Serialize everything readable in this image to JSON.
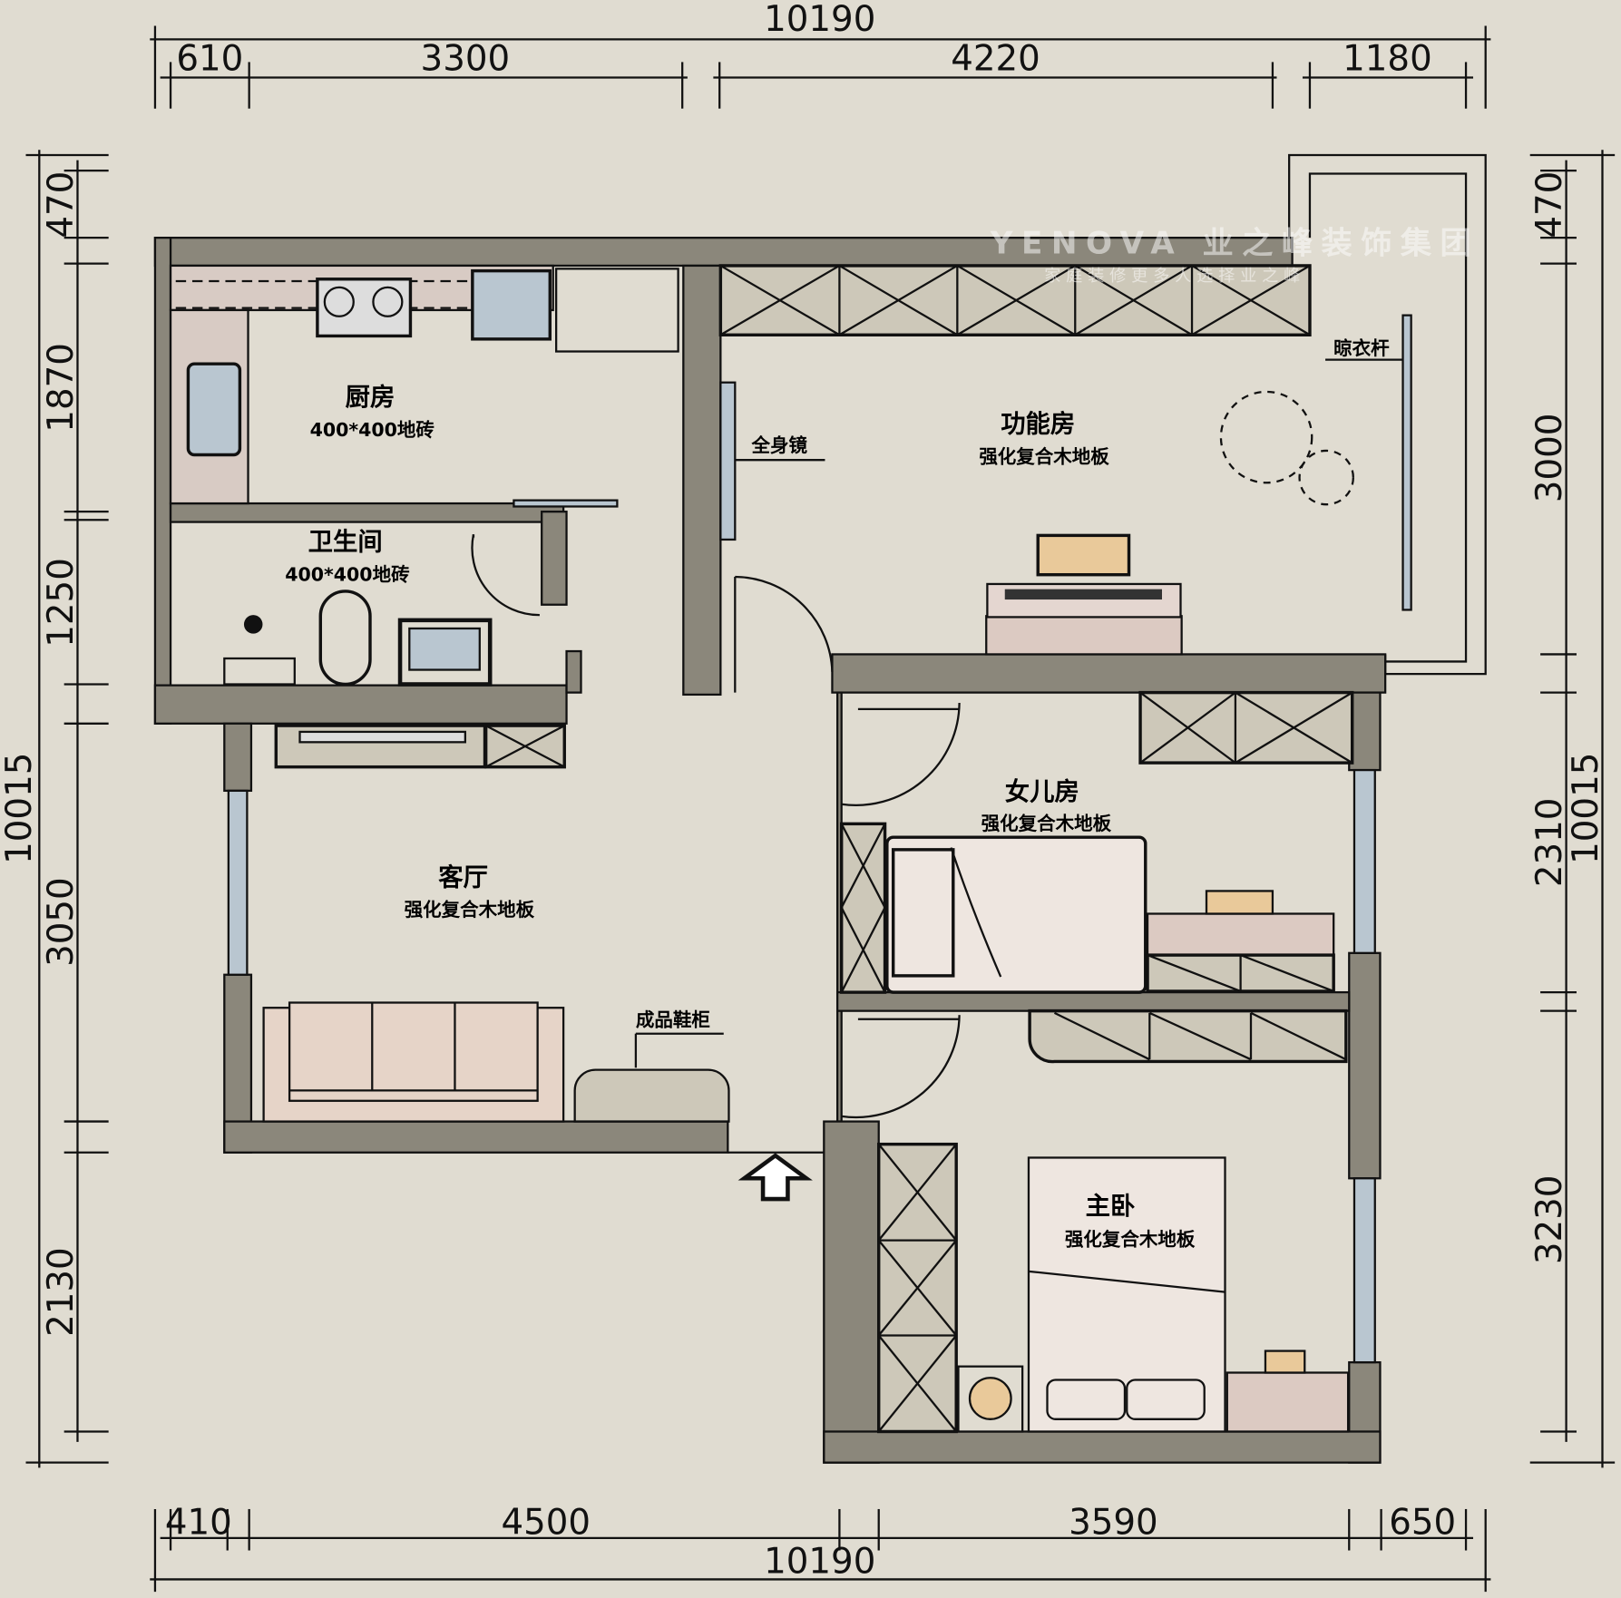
{
  "dimensions": {
    "top_total": "10190",
    "top": [
      "610",
      "3300",
      "4220",
      "1180"
    ],
    "bottom_total": "10190",
    "bottom": [
      "410",
      "4500",
      "3590",
      "650"
    ],
    "left_total": "10015",
    "left": [
      "470",
      "1870",
      "1250",
      "3050",
      "2130"
    ],
    "right_total": "10015",
    "right": [
      "470",
      "3000",
      "2310",
      "3230"
    ]
  },
  "rooms": {
    "kitchen": {
      "name": "厨房",
      "floor": "400*400地砖"
    },
    "bathroom": {
      "name": "卫生间",
      "floor": "400*400地砖"
    },
    "function_room": {
      "name": "功能房",
      "floor": "强化复合木地板"
    },
    "daughter_room": {
      "name": "女儿房",
      "floor": "强化复合木地板"
    },
    "living_room": {
      "name": "客厅",
      "floor": "强化复合木地板"
    },
    "master_bedroom": {
      "name": "主卧",
      "floor": "强化复合木地板"
    }
  },
  "annotations": {
    "mirror": "全身镜",
    "clothes_rod": "晾衣杆",
    "shoe_cabinet": "成品鞋柜"
  },
  "watermark": {
    "brand": "YENOVA 业之峰装饰集团",
    "slogan": "家 庭 装 修   更 多 人 选 择 业 之 峰"
  },
  "colors": {
    "wall": "#8b877b",
    "floor": "#e0dcd1",
    "cabinet": "#cdc8b9",
    "window": "#b9c6d0",
    "sofa": "#e6d4c8",
    "bed": "#eee6e0",
    "desk": "#e9c99a"
  }
}
